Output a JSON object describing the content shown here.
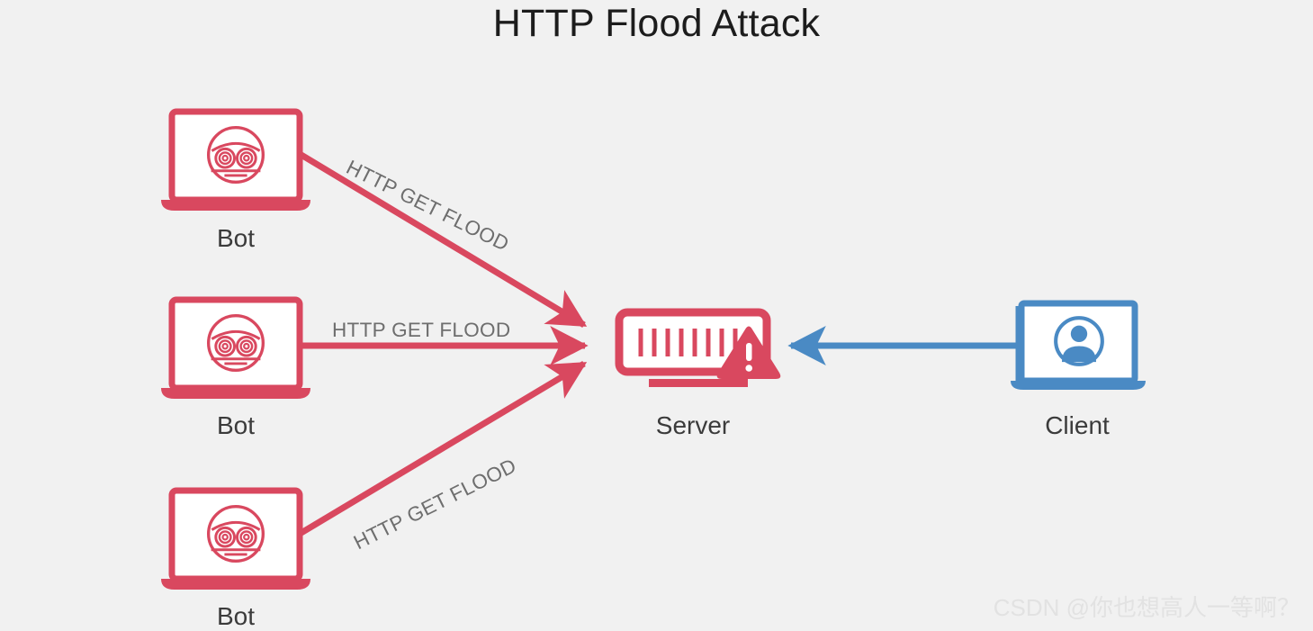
{
  "title": "HTTP Flood Attack",
  "colors": {
    "background": "#f1f1f1",
    "attacker": "#d9485f",
    "client": "#4a8ac4",
    "label_text": "#6e6e6e",
    "node_text": "#3b3b3b",
    "title_text": "#1c1c1c",
    "watermark_text": "#e2e2e2"
  },
  "nodes": {
    "bot1": {
      "label": "Bot",
      "icon": "bot-laptop-icon"
    },
    "bot2": {
      "label": "Bot",
      "icon": "bot-laptop-icon"
    },
    "bot3": {
      "label": "Bot",
      "icon": "bot-laptop-icon"
    },
    "server": {
      "label": "Server",
      "icon": "server-warning-icon"
    },
    "client": {
      "label": "Client",
      "icon": "client-laptop-icon"
    }
  },
  "flows": [
    {
      "label": "HTTP GET FLOOD",
      "from": "bot1",
      "to": "server",
      "color": "#d9485f",
      "rotation": 26.5
    },
    {
      "label": "HTTP GET FLOOD",
      "from": "bot2",
      "to": "server",
      "color": "#d9485f",
      "rotation": 0
    },
    {
      "label": "HTTP GET FLOOD",
      "from": "bot3",
      "to": "server",
      "color": "#d9485f",
      "rotation": -26.5
    },
    {
      "label": "",
      "from": "client",
      "to": "server",
      "color": "#4a8ac4",
      "rotation": 0
    }
  ],
  "watermark": "CSDN @你也想高人一等啊？"
}
